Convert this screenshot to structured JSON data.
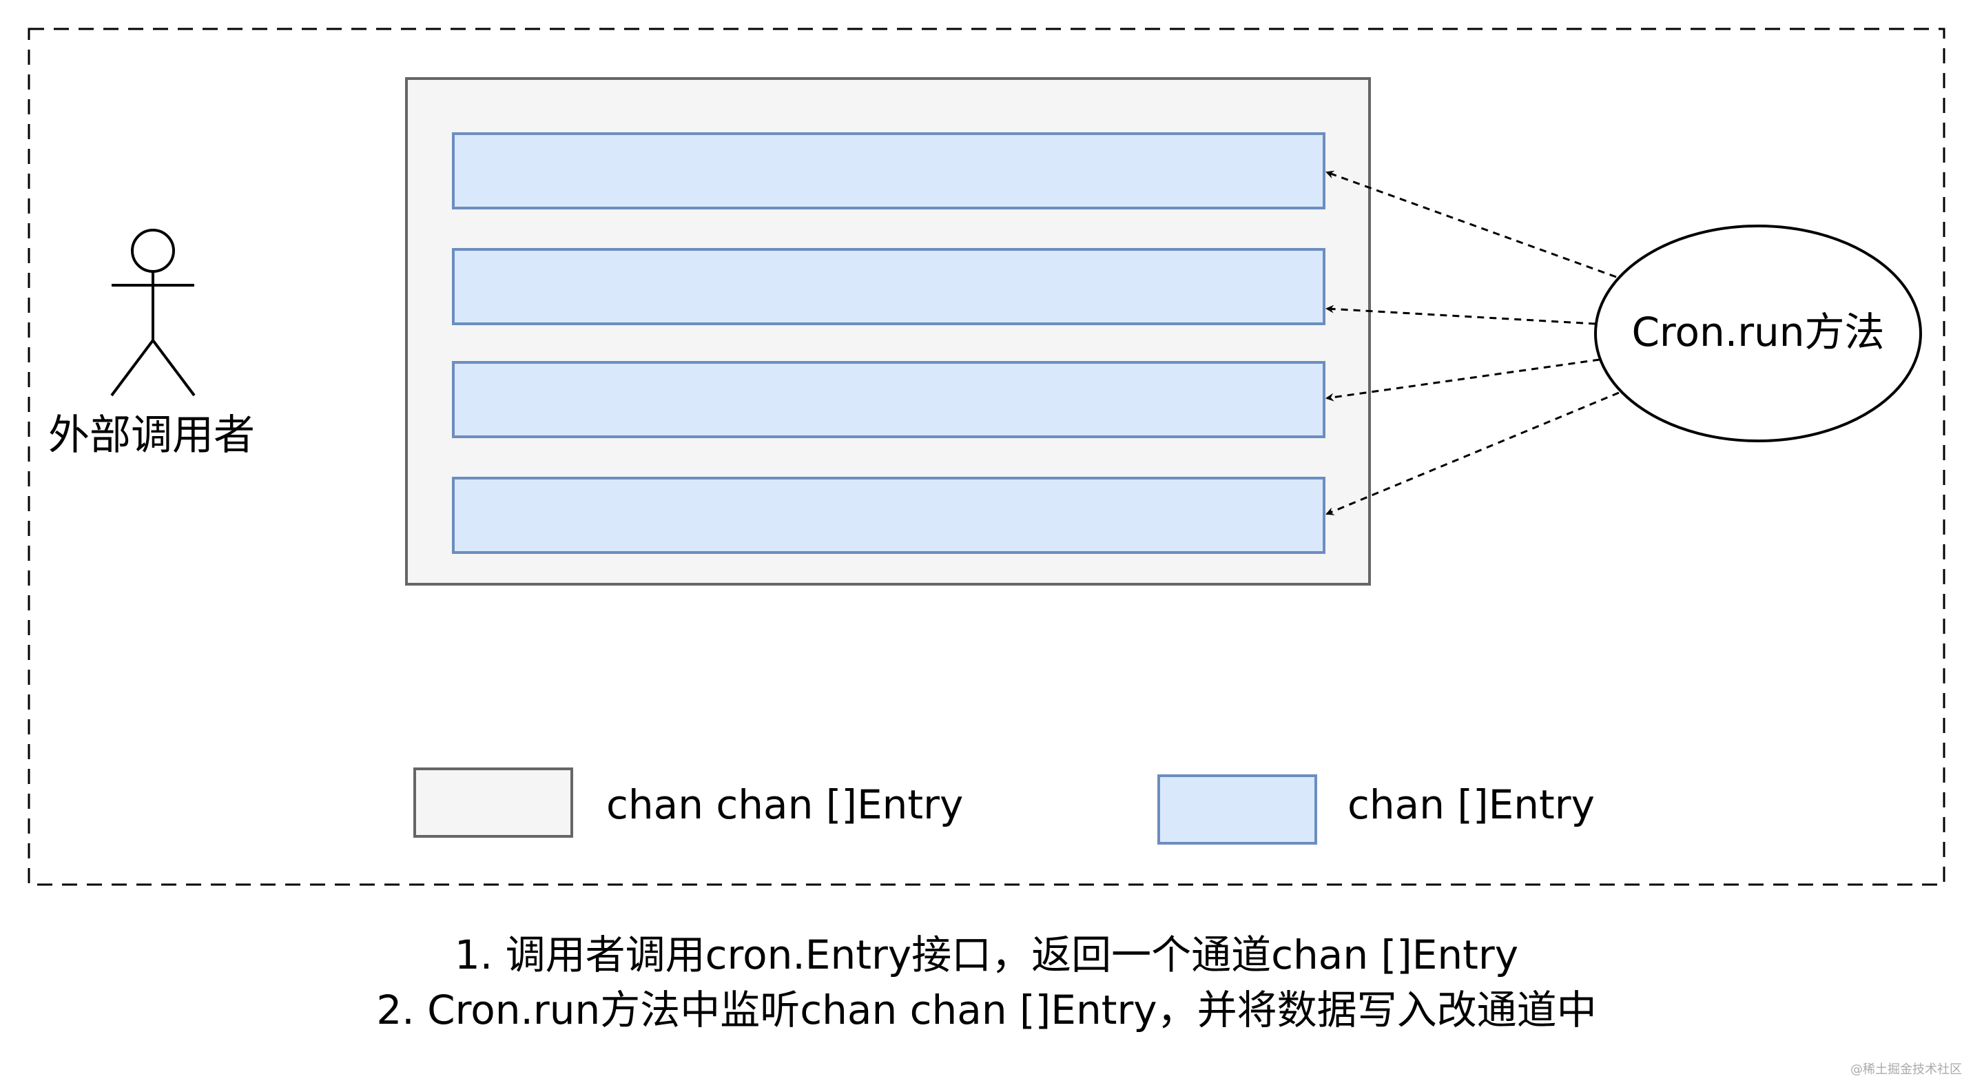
{
  "actor": {
    "label": "外部调用者"
  },
  "method": {
    "label": "Cron.run方法"
  },
  "outer_channel": {
    "slots": 4
  },
  "legend": [
    {
      "label": "chan chan []Entry",
      "fill": "#f5f5f5",
      "stroke": "#666666"
    },
    {
      "label": "chan []Entry",
      "fill": "#dae8fc",
      "stroke": "#6c8ebf"
    }
  ],
  "notes": [
    "1. 调用者调用cron.Entry接口，返回一个通道chan []Entry",
    "2. Cron.run方法中监听chan chan []Entry，并将数据写入改通道中"
  ],
  "watermark": "@稀土掘金技术社区",
  "colors": {
    "outer_fill": "#f5f5f5",
    "outer_stroke": "#666666",
    "inner_fill": "#dae8fc",
    "inner_stroke": "#6c8ebf",
    "line": "#000000"
  }
}
